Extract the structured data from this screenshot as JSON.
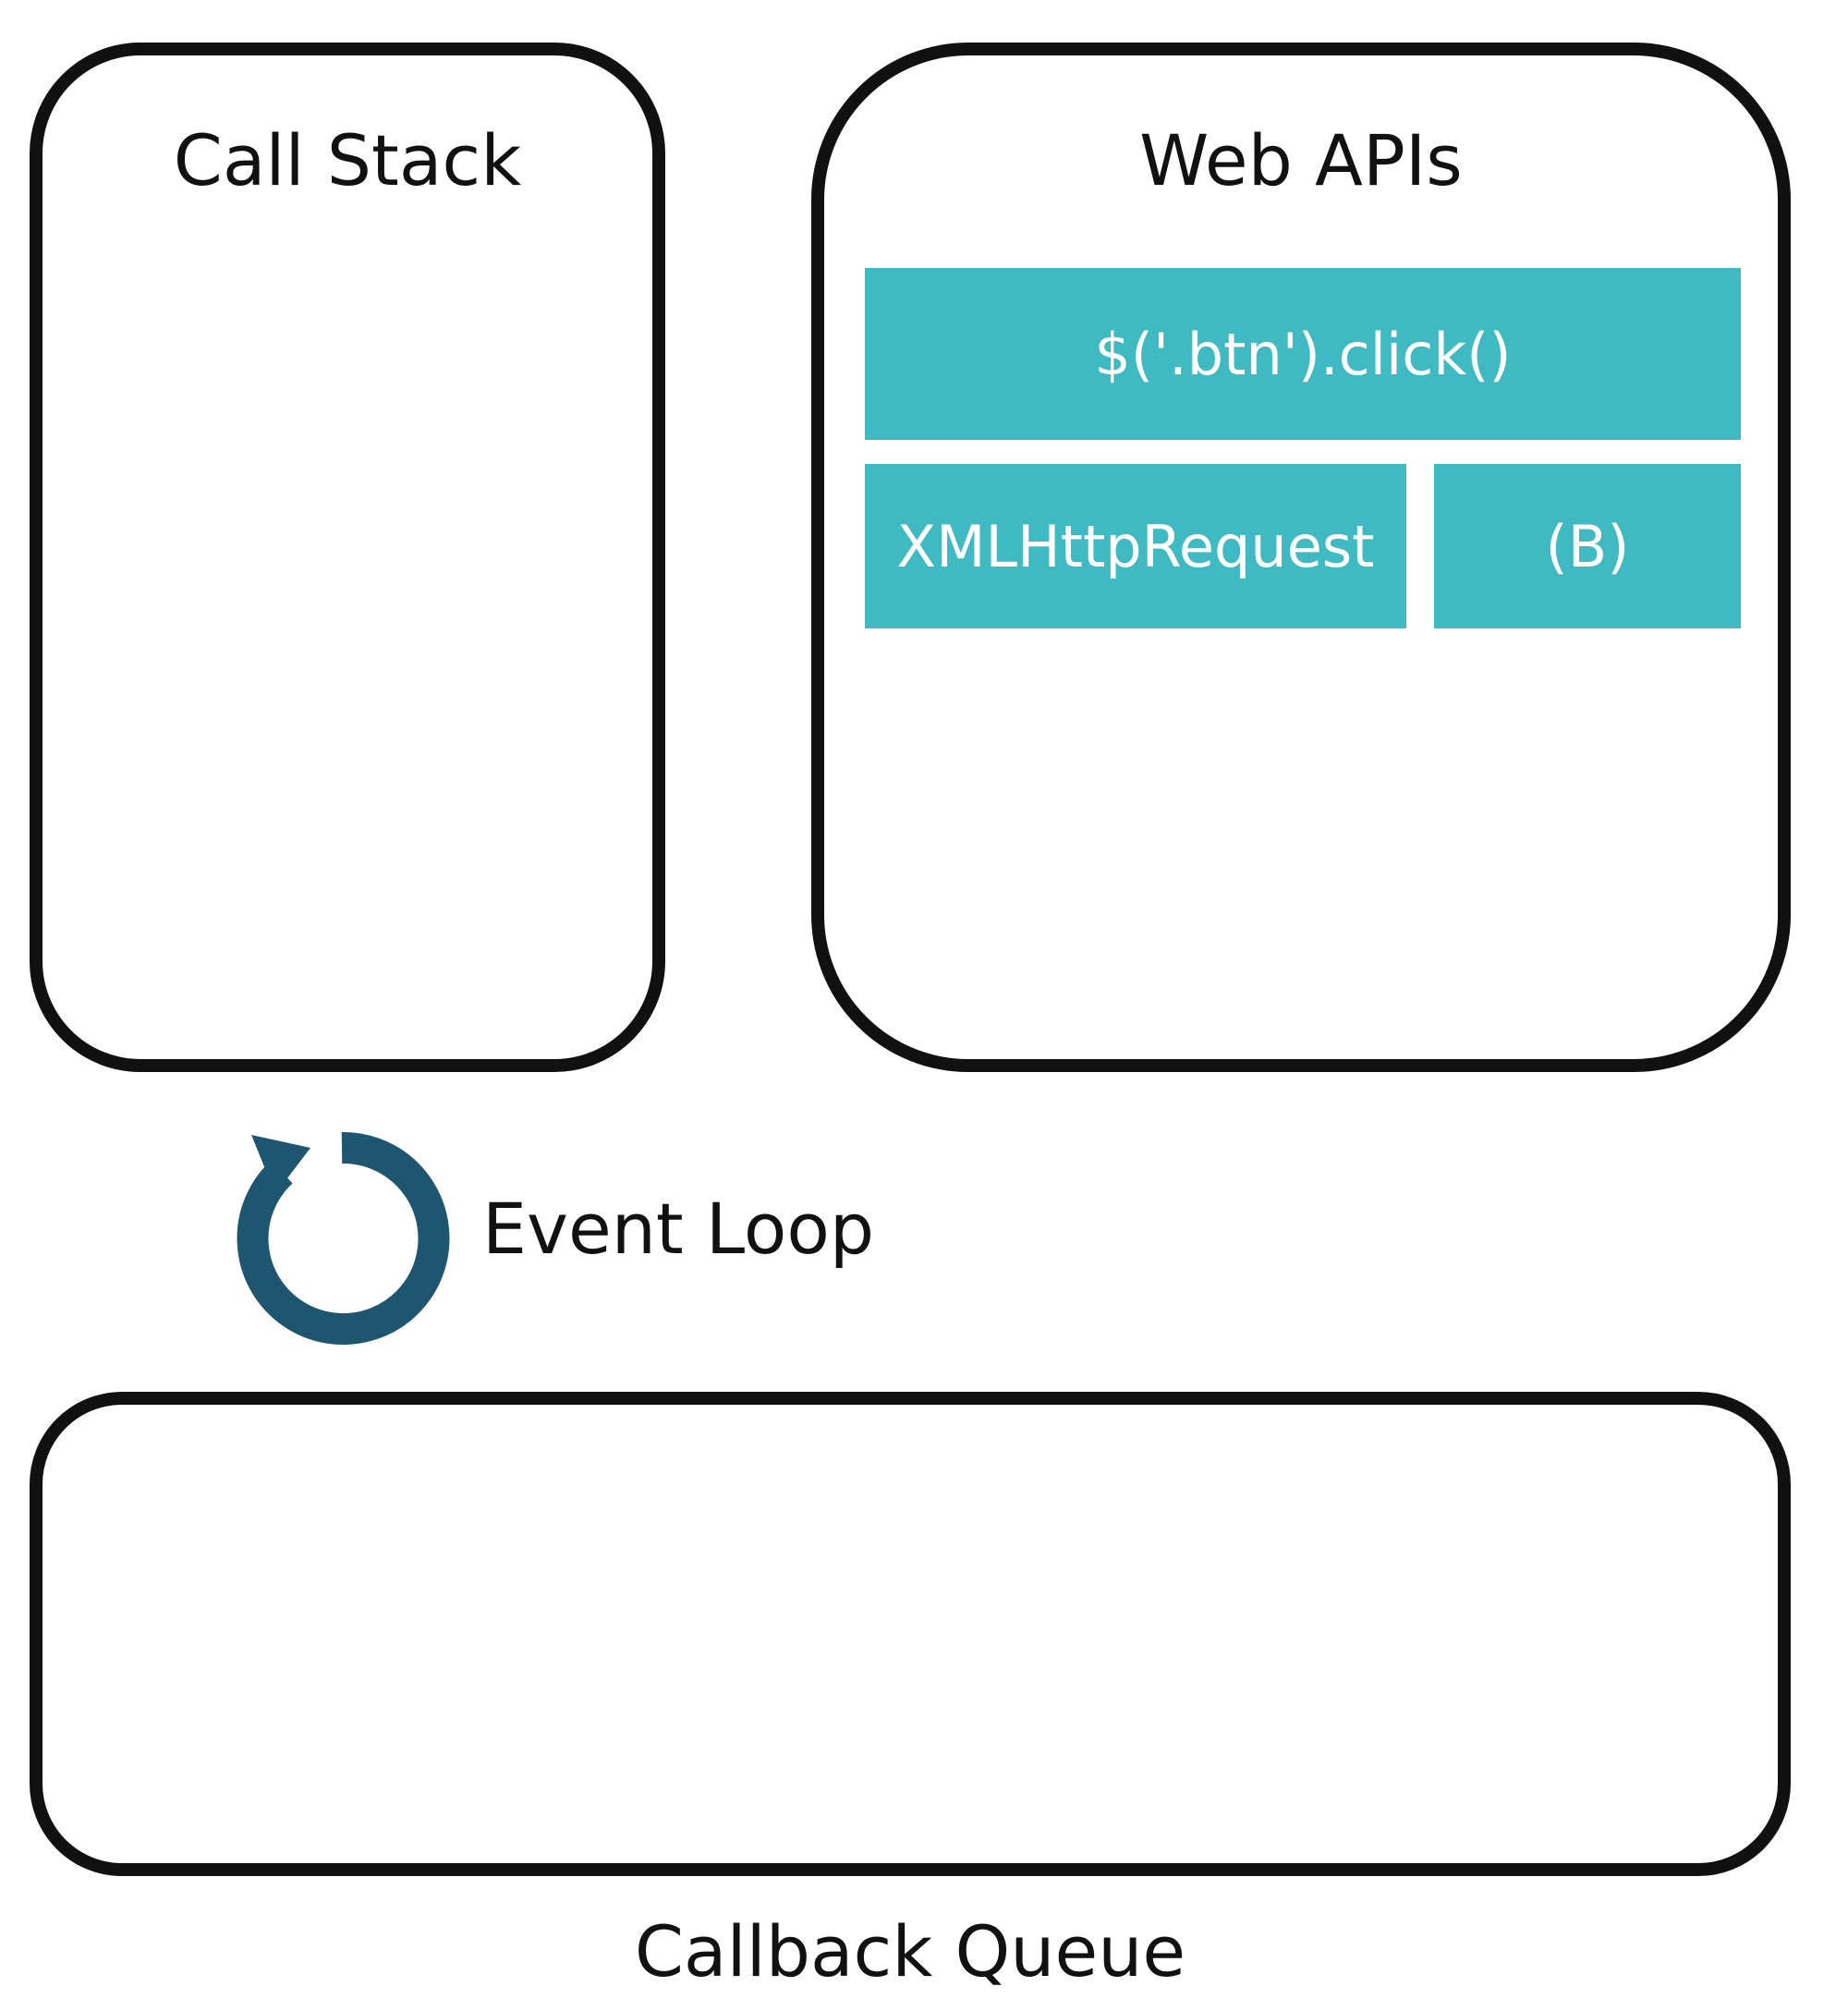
{
  "call_stack": {
    "title": "Call Stack"
  },
  "web_apis": {
    "title": "Web APIs",
    "blocks": [
      {
        "label": "$('.btn').click()"
      },
      {
        "label": "XMLHttpRequest"
      },
      {
        "label": "(B)"
      }
    ],
    "block_color": "#3fb9c2"
  },
  "event_loop": {
    "label": "Event Loop",
    "icon": "circular-arrow-icon",
    "icon_color": "#1d566e"
  },
  "callback_queue": {
    "label": "Callback Queue"
  }
}
